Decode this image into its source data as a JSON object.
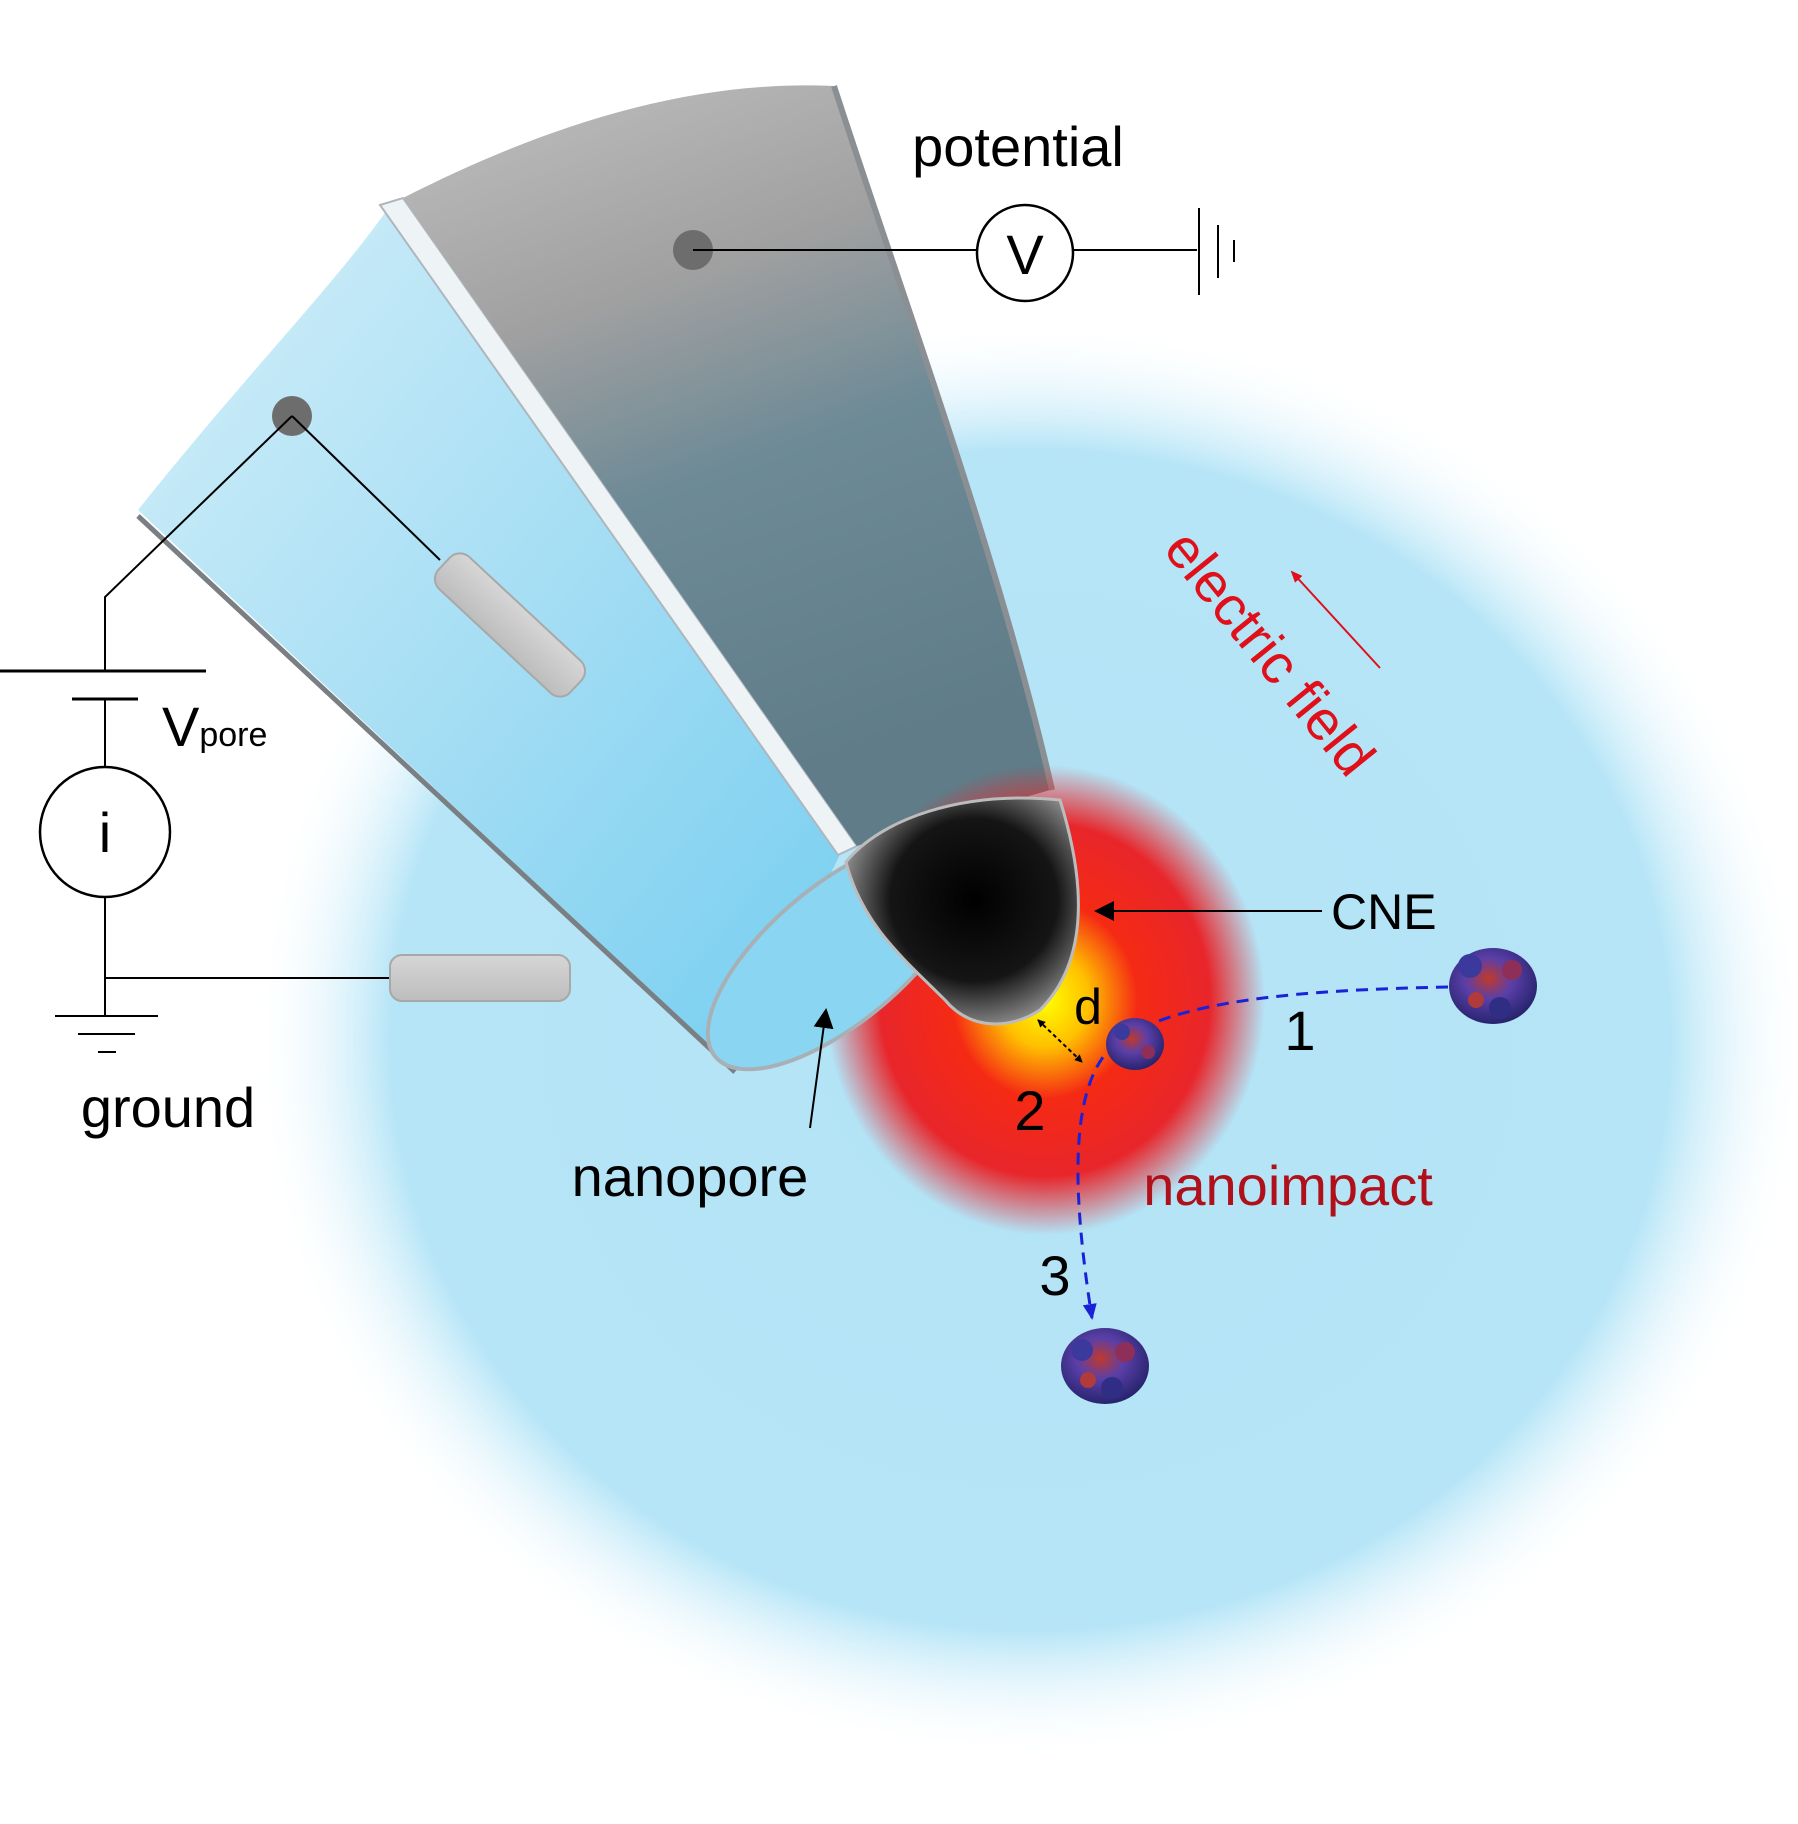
{
  "labels": {
    "potential": "potential",
    "voltmeter": "V",
    "ammeter": "i",
    "vpore_main": "V",
    "vpore_sub": "pore",
    "ground": "ground",
    "electric_field": "electric field",
    "cne": "CNE",
    "nanopore": "nanopore",
    "nanoimpact": "nanoimpact",
    "distance": "d",
    "step1": "1",
    "step2": "2",
    "step3": "3"
  },
  "colors": {
    "electrolyte": "#bde6f6",
    "electric_field": "#e0101a",
    "nanoimpact": "#b0101a",
    "trajectory": "#1a22d8",
    "carbon_tip": "#000000",
    "wire": "#000000"
  }
}
